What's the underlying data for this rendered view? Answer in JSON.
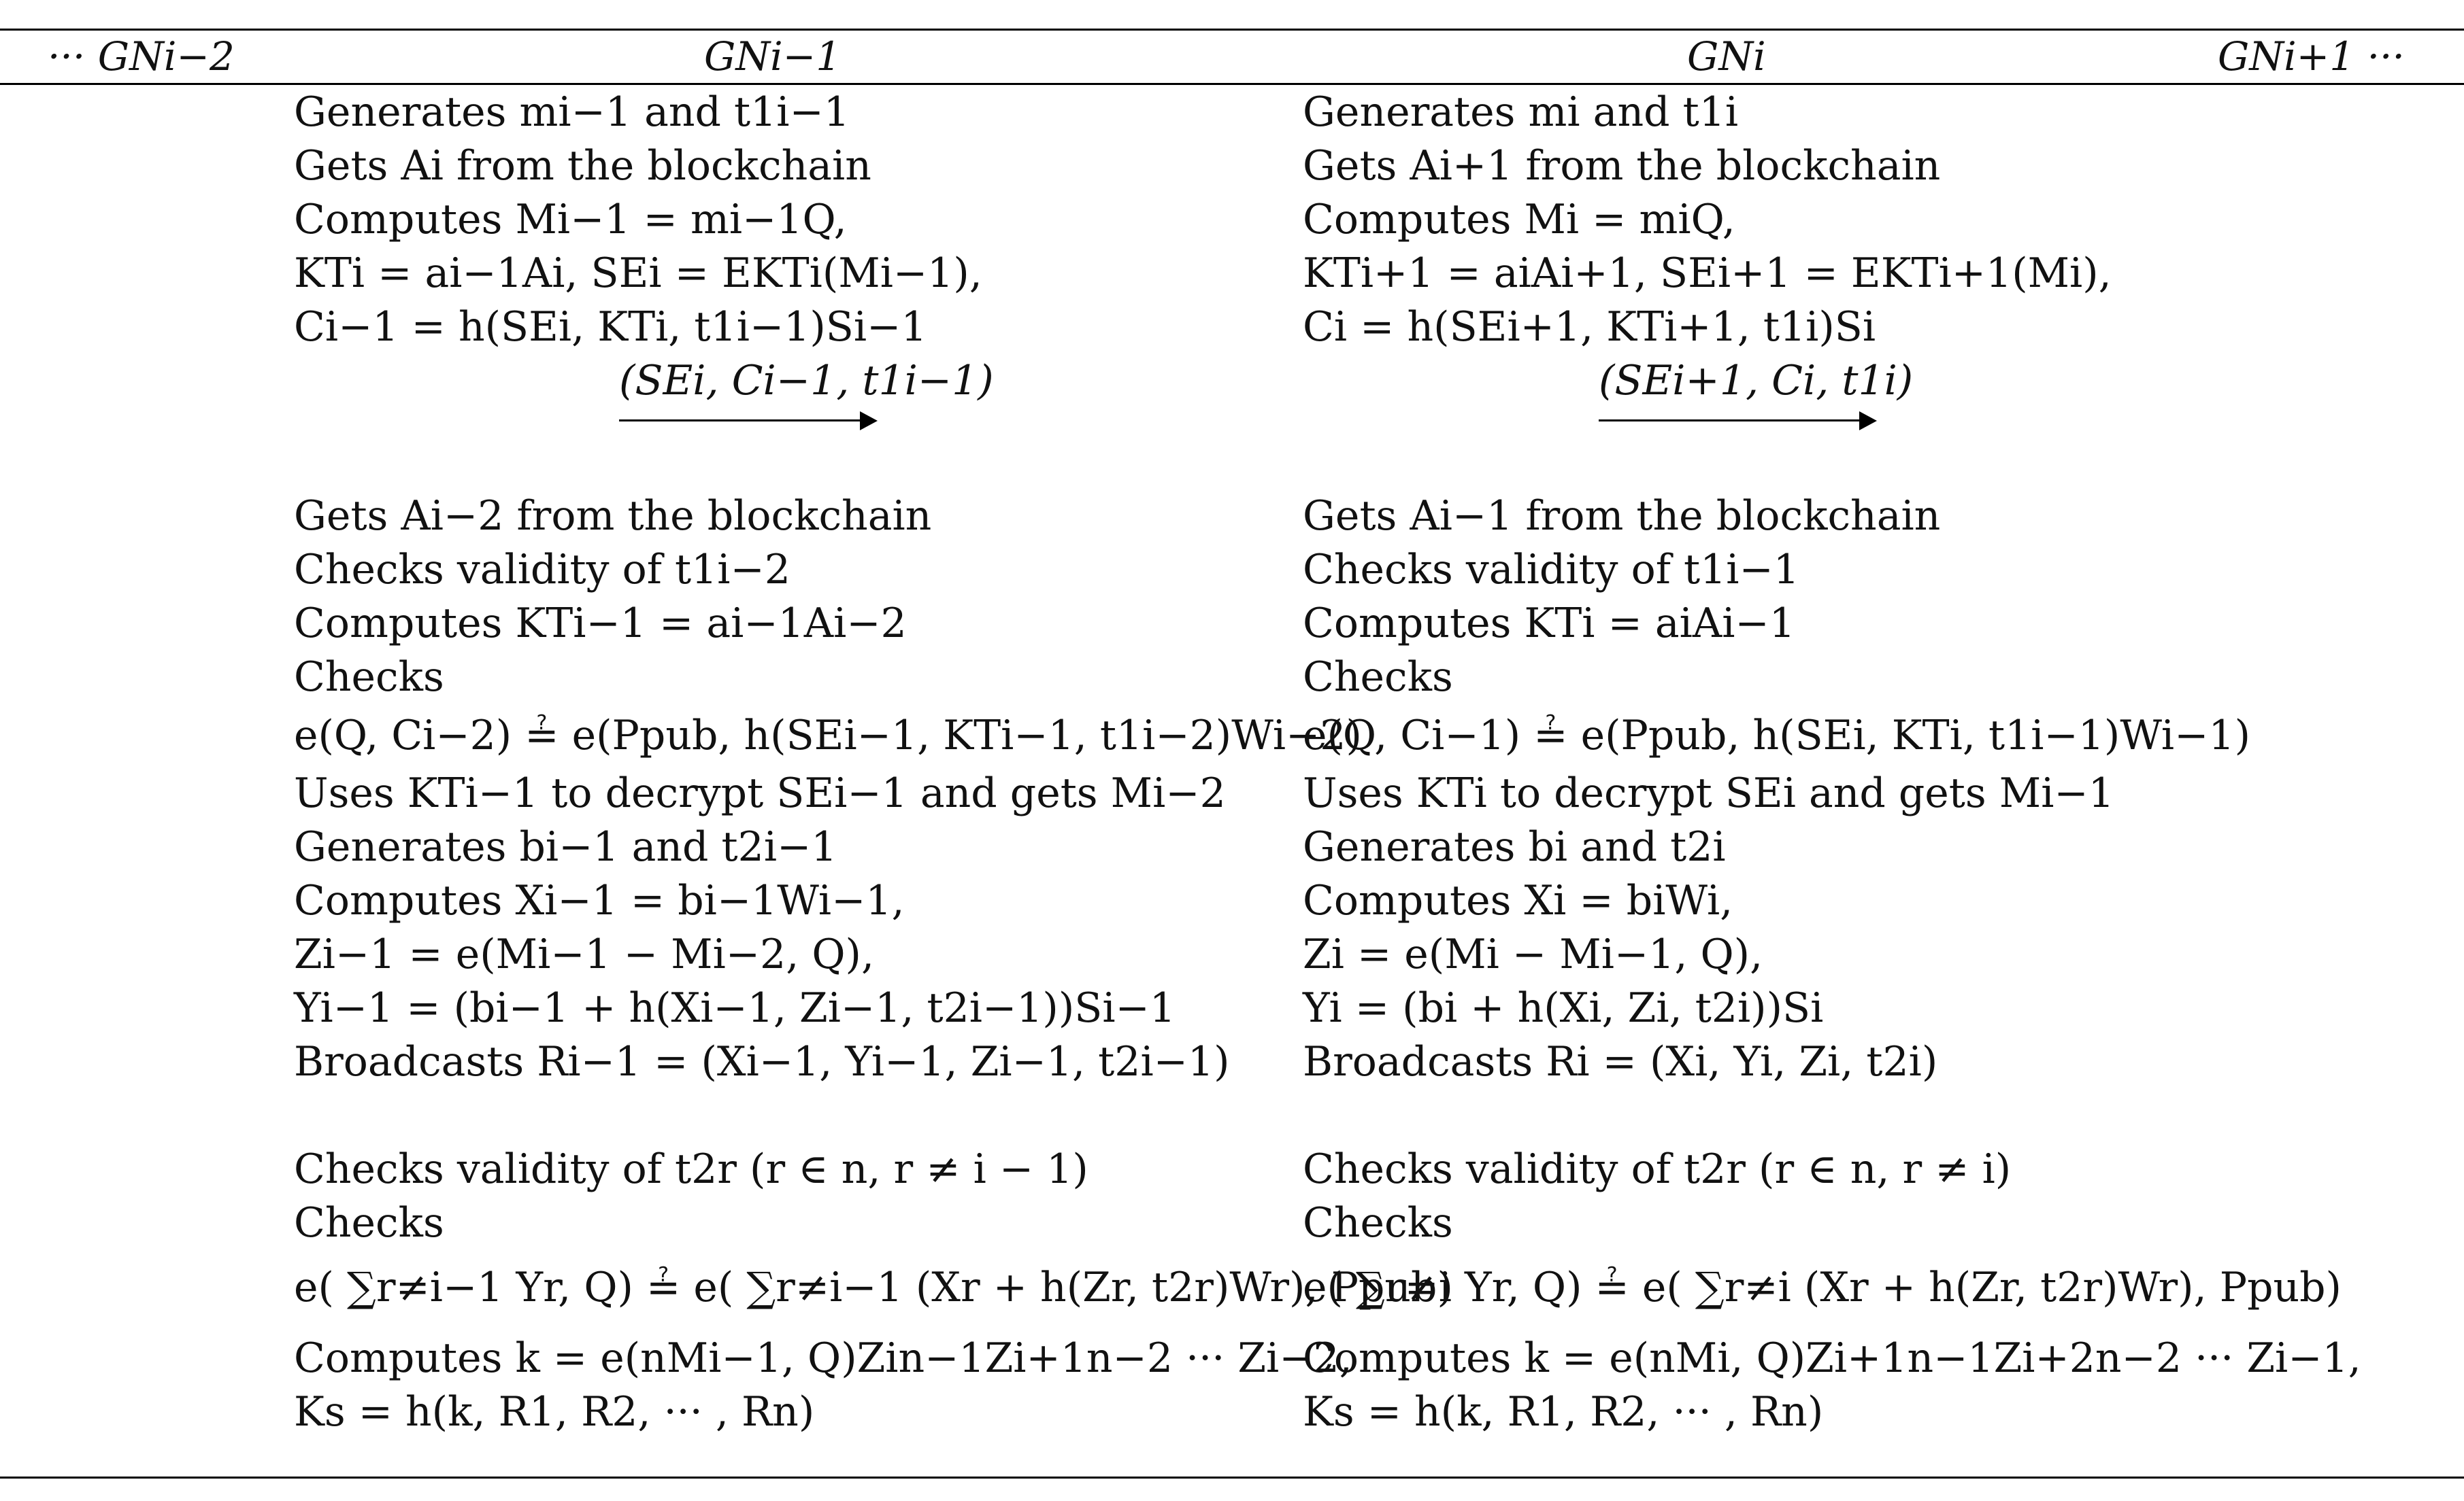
{
  "header": {
    "gn_left": "··· GNi−2",
    "gn_prev": "GNi−1",
    "gn_cur": "GNi",
    "gn_right": "GNi+1 ···"
  },
  "col_prev": {
    "s1": [
      "Generates mi−1 and t1i−1",
      "Gets Ai from the blockchain",
      "Computes Mi−1 = mi−1Q,",
      "KTi = ai−1Ai, SEi = EKTi(Mi−1),",
      "Ci−1 = h(SEi, KTi, t1i−1)Si−1"
    ],
    "arrow": "(SEi, Ci−1, t1i−1)",
    "s2": [
      "Gets Ai−2 from the blockchain",
      "Checks validity of t1i−2",
      "Computes KTi−1 = ai−1Ai−2",
      "Checks",
      "e(Q, Ci−2) ≟ e(Ppub, h(SEi−1, KTi−1, t1i−2)Wi−2)",
      "Uses KTi−1 to decrypt SEi−1 and gets Mi−2",
      "Generates bi−1 and t2i−1",
      "Computes Xi−1 = bi−1Wi−1,",
      "Zi−1 = e(Mi−1 − Mi−2, Q),",
      "Yi−1 = (bi−1 + h(Xi−1, Zi−1, t2i−1))Si−1",
      "Broadcasts Ri−1 = (Xi−1, Yi−1, Zi−1, t2i−1)"
    ],
    "s3": [
      "Checks validity of t2r (r ∈ n, r ≠ i − 1)",
      "Checks",
      "e( ∑r≠i−1 Yr, Q) ≟ e( ∑r≠i−1 (Xr + h(Zr, t2r)Wr), Ppub)",
      "Computes k = e(nMi−1, Q)Zin−1Zi+1n−2 ··· Zi−2,",
      "Ks = h(k, R1, R2, ··· , Rn)"
    ]
  },
  "col_cur": {
    "s1": [
      "Generates mi and t1i",
      "Gets Ai+1 from the blockchain",
      "Computes Mi = miQ,",
      "KTi+1 = aiAi+1, SEi+1 = EKTi+1(Mi),",
      "Ci = h(SEi+1, KTi+1, t1i)Si"
    ],
    "arrow": "(SEi+1, Ci, t1i)",
    "s2": [
      "Gets Ai−1 from the blockchain",
      "Checks validity of t1i−1",
      "Computes KTi = aiAi−1",
      "Checks",
      "e(Q, Ci−1) ≟ e(Ppub, h(SEi, KTi, t1i−1)Wi−1)",
      "Uses KTi to decrypt SEi and gets Mi−1",
      "Generates bi and t2i",
      "Computes Xi = biWi,",
      "Zi = e(Mi − Mi−1, Q),",
      "Yi = (bi + h(Xi, Zi, t2i))Si",
      "Broadcasts Ri = (Xi, Yi, Zi, t2i)"
    ],
    "s3": [
      "Checks validity of t2r (r ∈ n, r ≠ i)",
      "Checks",
      "e( ∑r≠i Yr, Q) ≟ e( ∑r≠i (Xr + h(Zr, t2r)Wr), Ppub)",
      "Computes k = e(nMi, Q)Zi+1n−1Zi+2n−2 ··· Zi−1,",
      "Ks = h(k, R1, R2, ··· , Rn)"
    ]
  }
}
